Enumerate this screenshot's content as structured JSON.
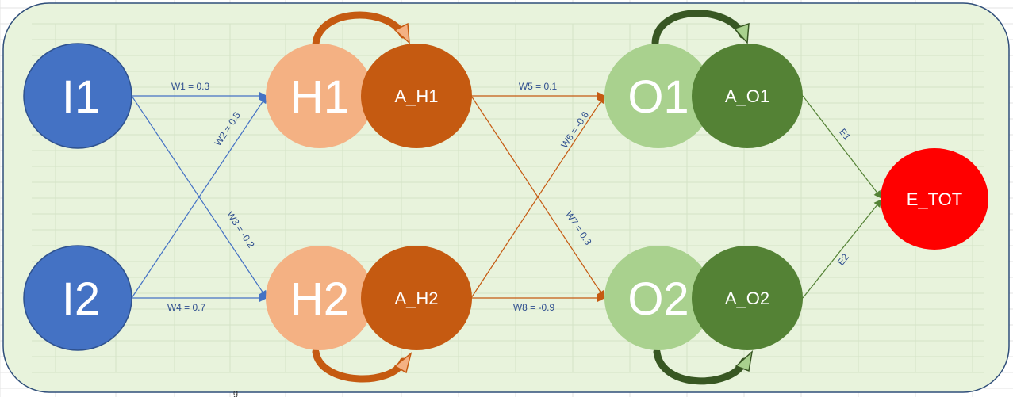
{
  "colors": {
    "panel_fill": "#e8f3dc",
    "panel_border": "#2f4e7a",
    "grid_line": "#cfd9c2",
    "input_node": "#4472c4",
    "input_border": "#2f528f",
    "hidden_node": "#f4b183",
    "hidden_act": "#c55a11",
    "output_node": "#a9d18e",
    "output_act": "#548235",
    "error_node": "#ff0000",
    "edge_input": "#4472c4",
    "edge_hidden": "#c55a11",
    "edge_output": "#548235"
  },
  "nodes": {
    "i1": "I1",
    "i2": "I2",
    "h1": "H1",
    "h2": "H2",
    "a_h1": "A_H1",
    "a_h2": "A_H2",
    "o1": "O1",
    "o2": "O2",
    "a_o1": "A_O1",
    "a_o2": "A_O2",
    "e_tot": "E_TOT"
  },
  "weights": {
    "w1": "W1 = 0.3",
    "w2": "W2 = 0.5",
    "w3": "W3 = -0.2",
    "w4": "W4 = 0.7",
    "w5": "W5 = 0.1",
    "w6": "W6 = -0.6",
    "w7": "W7 = 0.3",
    "w8": "W8 = -0.9"
  },
  "errors": {
    "e1": "E1",
    "e2": "E2"
  },
  "sheet_cell_text": "g"
}
